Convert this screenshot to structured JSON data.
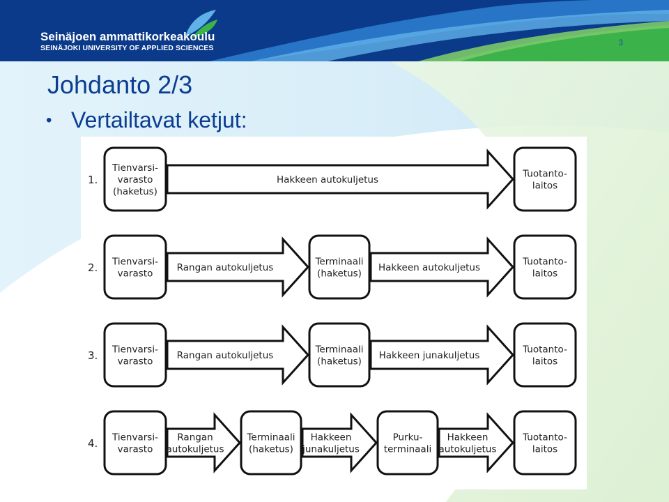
{
  "header": {
    "university_name": "Seinäjoen ammattikorkeakoulu",
    "university_name_en": "SEINÄJOKI UNIVERSITY OF APPLIED SCIENCES",
    "page_number": "3",
    "colors": {
      "navy": "#0b3a8a",
      "green": "#3bb34a",
      "light_blue": "#4fa3e0"
    }
  },
  "slide": {
    "title": "Johdanto 2/3",
    "bullet": "Vertailtavat ketjut:"
  },
  "chains": [
    {
      "number": "1.",
      "nodes": [
        [
          "Tienvarsi-",
          "varasto",
          "(haketus)"
        ],
        [
          "Tuotanto-",
          "laitos"
        ]
      ],
      "arrows": [
        [
          "Hakkeen autokuljetus"
        ]
      ]
    },
    {
      "number": "2.",
      "nodes": [
        [
          "Tienvarsi-",
          "varasto"
        ],
        [
          "Terminaali",
          "(haketus)"
        ],
        [
          "Tuotanto-",
          "laitos"
        ]
      ],
      "arrows": [
        [
          "Rangan autokuljetus"
        ],
        [
          "Hakkeen autokuljetus"
        ]
      ]
    },
    {
      "number": "3.",
      "nodes": [
        [
          "Tienvarsi-",
          "varasto"
        ],
        [
          "Terminaali",
          "(haketus)"
        ],
        [
          "Tuotanto-",
          "laitos"
        ]
      ],
      "arrows": [
        [
          "Rangan autokuljetus"
        ],
        [
          "Hakkeen junakuljetus"
        ]
      ]
    },
    {
      "number": "4.",
      "nodes": [
        [
          "Tienvarsi-",
          "varasto"
        ],
        [
          "Terminaali",
          "(haketus)"
        ],
        [
          "Purku-",
          "terminaali"
        ],
        [
          "Tuotanto-",
          "laitos"
        ]
      ],
      "arrows": [
        [
          "Rangan",
          "autokuljetus"
        ],
        [
          "Hakkeen",
          "junakuljetus"
        ],
        [
          "Hakkeen",
          "autokuljetus"
        ]
      ]
    }
  ]
}
